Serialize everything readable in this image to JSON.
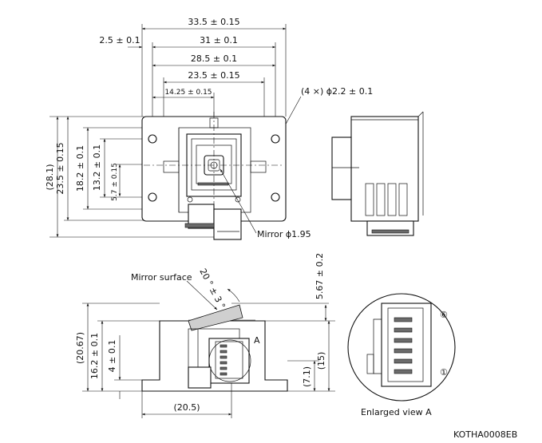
{
  "drawing": {
    "code": "KOTHA0008EB",
    "top_view": {
      "dim_overall_width": "33.5 ± 0.15",
      "dim_edge_offset": "2.5 ± 0.1",
      "dim_31": "31 ± 0.1",
      "dim_28_5": "28.5 ± 0.1",
      "dim_23_5": "23.5 ± 0.15",
      "dim_14_25": "14.25 ± 0.15",
      "hole_note": "(4 ×) ϕ2.2 ± 0.1",
      "dim_height_ref": "(28.1)",
      "dim_height": "23.5 ± 0.15",
      "dim_18_2": "18.2 ± 0.1",
      "dim_13_2": "13.2 ± 0.1",
      "dim_5_7": "5.7 ± 0.15",
      "mirror_note": "Mirror ϕ1.95"
    },
    "front_view": {
      "mirror_surface_label": "Mirror surface",
      "angle_note": "20 ° ± 3 °",
      "dim_5_67": "5.67 ± 0.2",
      "dim_20_67": "(20.67)",
      "dim_16_2": "16.2 ± 0.1",
      "dim_4": "4 ± 0.1",
      "dim_15": "(15)",
      "dim_7_1": "(7.1)",
      "dim_20_5": "(20.5)",
      "view_marker": "A"
    },
    "enlarged_view": {
      "caption": "Enlarged view A",
      "pin_top": "⑥",
      "pin_bottom": "①"
    }
  }
}
